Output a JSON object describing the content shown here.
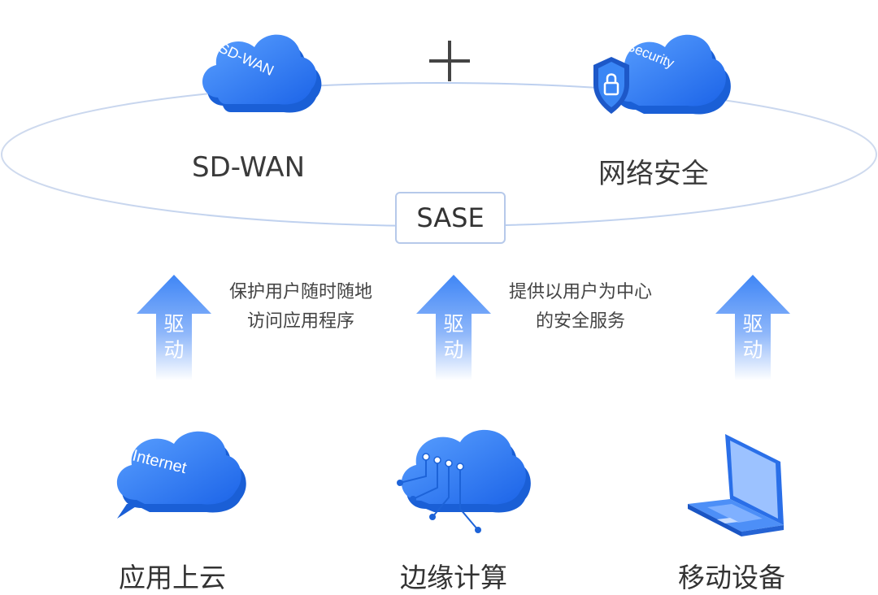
{
  "top": {
    "sdwan": {
      "label": "SD-WAN",
      "cloud_text": "SD-WAN"
    },
    "plus": "+",
    "security": {
      "label": "网络安全",
      "cloud_text": "Security"
    }
  },
  "sase": "SASE",
  "arrows": {
    "drive_line1": "驱",
    "drive_line2": "动"
  },
  "descriptions": {
    "left": {
      "line1": "保护用户随时随地",
      "line2": "访问应用程序"
    },
    "right": {
      "line1": "提供以用户为中心",
      "line2": "的安全服务"
    }
  },
  "bottom": {
    "app": {
      "label": "应用上云",
      "cloud_text": "Internet"
    },
    "edge": {
      "label": "边缘计算"
    },
    "mobile": {
      "label": "移动设备"
    }
  },
  "colors": {
    "accent_blue": "#2f7cf6",
    "arrow_blue": "#4d8cf5",
    "ellipse": "#c9d9f2",
    "box_border": "#b6c9ea"
  }
}
